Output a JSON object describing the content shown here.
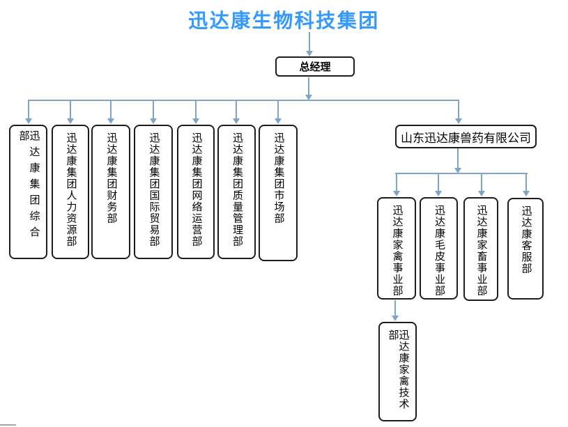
{
  "title": "迅达康生物科技集团",
  "diagram_type": "org-chart",
  "colors": {
    "title": "#3399ff",
    "connector": "#7ea4c8",
    "box_border": "#1c1c1c",
    "box_fill": "#ffffff",
    "text": "#000000"
  },
  "root": {
    "label": "总经理"
  },
  "departments": [
    {
      "label": "迅达康集团综合部"
    },
    {
      "label": "迅达康集团人力资源部"
    },
    {
      "label": "迅达康集团财务部"
    },
    {
      "label": "迅达康集团国际贸易部"
    },
    {
      "label": "迅达康集团网络运营部"
    },
    {
      "label": "迅达康集团质量管理部"
    },
    {
      "label": "迅达康集团市场部"
    }
  ],
  "subsidiary": {
    "label": "山东迅达康兽药有限公司"
  },
  "subsidiary_departments": [
    {
      "label": "迅达康家禽事业部"
    },
    {
      "label": "迅达康毛皮事业部"
    },
    {
      "label": "迅达康家畜事业部"
    },
    {
      "label": "迅达康客服部"
    }
  ],
  "sub_department": {
    "label": "迅达康家禽技术部"
  }
}
